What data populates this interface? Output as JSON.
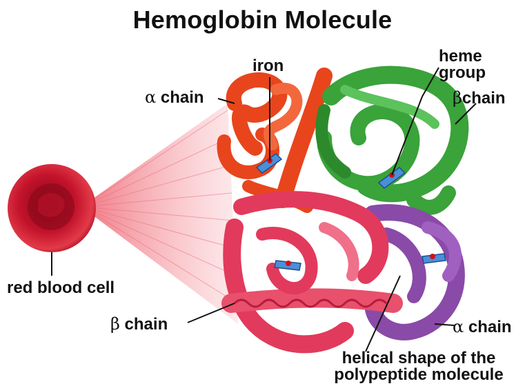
{
  "title": "Hemoglobin Molecule",
  "labels": {
    "iron": "iron",
    "heme_group_line1": "heme",
    "heme_group_line2": "group",
    "alpha_chain_top": {
      "symbol": "α",
      "text": "chain"
    },
    "beta_chain_top": {
      "symbol": "β",
      "text": "chain"
    },
    "beta_chain_bottom": {
      "symbol": "β",
      "text": "chain"
    },
    "alpha_chain_bottom": {
      "symbol": "α",
      "text": "chain"
    },
    "red_blood_cell": "red blood cell",
    "helical_line1": "helical shape of the",
    "helical_line2": "polypeptide molecule"
  },
  "colors": {
    "alpha_chain_top": "#e8451c",
    "beta_chain_top": "#3aa33a",
    "beta_chain_bottom": "#e23a5c",
    "alpha_chain_bottom": "#8a4aa8",
    "red_blood_cell": "#c0102a",
    "heme": "#4a8fd8",
    "iron": "#d01020",
    "zoom_cone": "#f3a7ad"
  }
}
